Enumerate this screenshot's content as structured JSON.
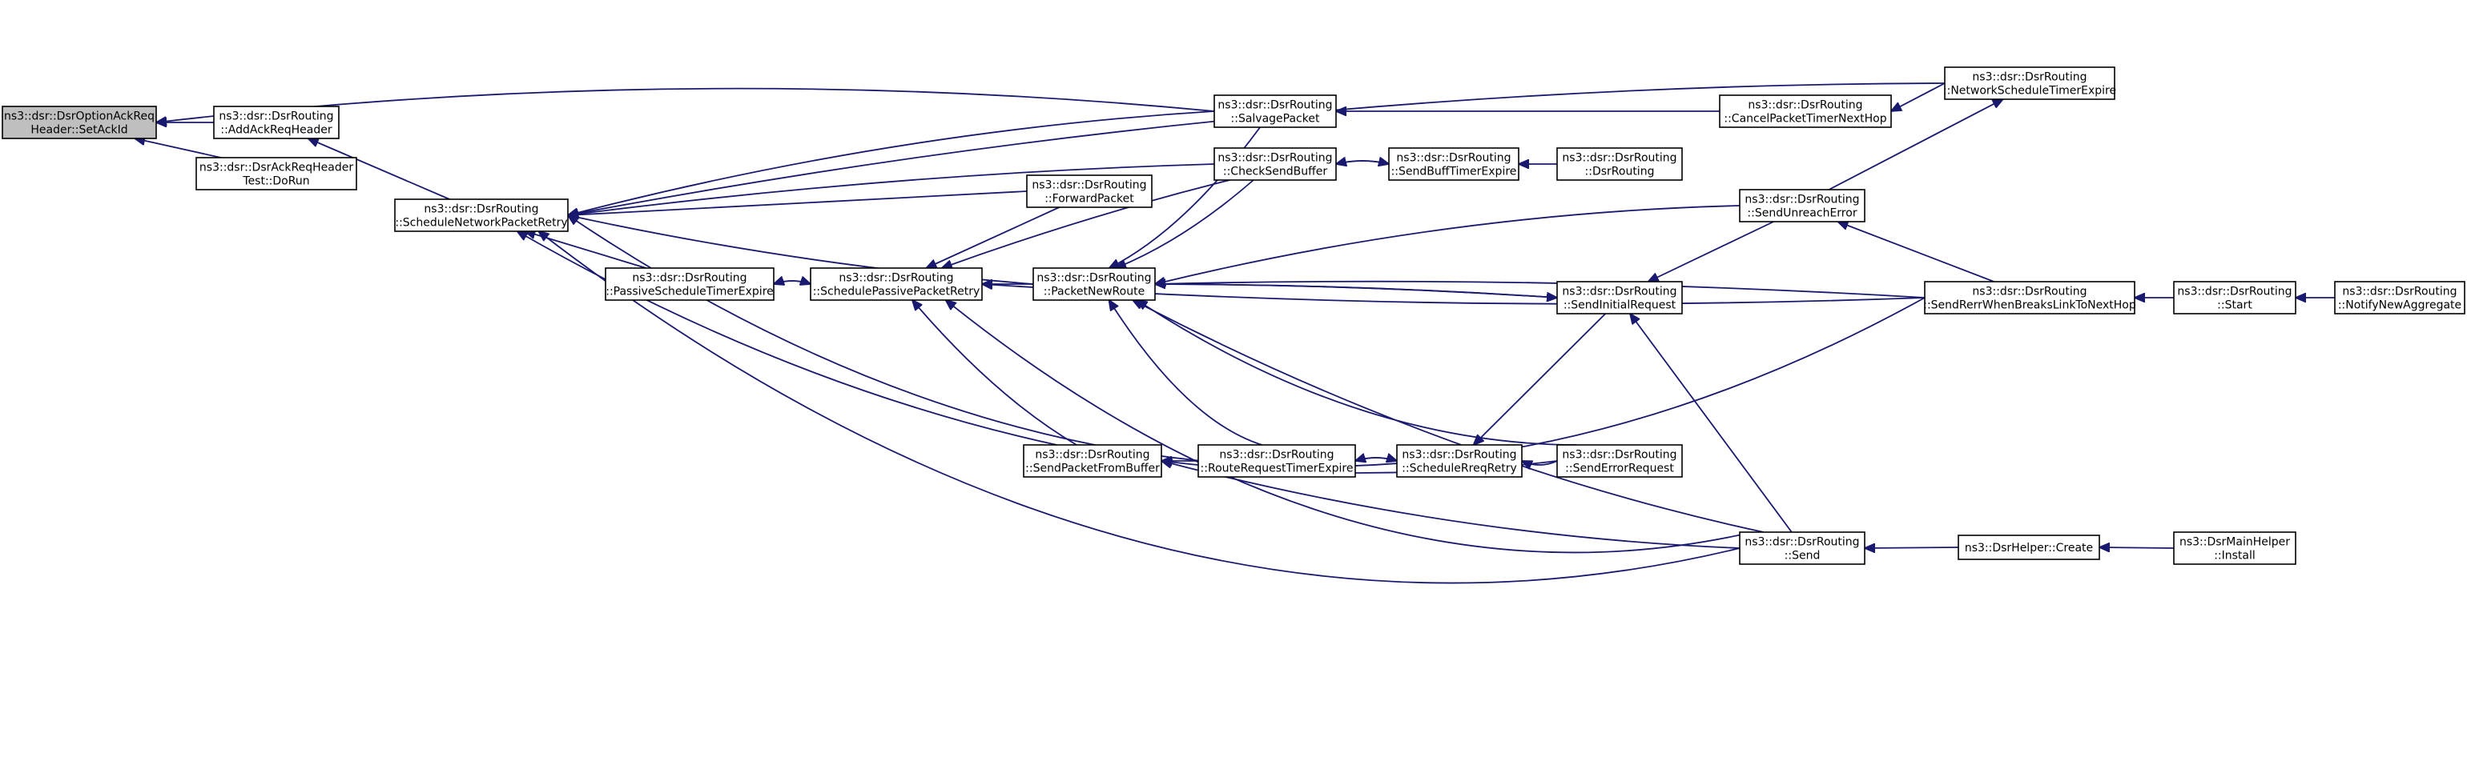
{
  "graph": {
    "edge_color": "#191970",
    "focus_fill": "#bfbfbf",
    "nodes": [
      {
        "id": "setackid",
        "focus": true,
        "lines": [
          "ns3::dsr::DsrOptionAckReq",
          "Header::SetAckId"
        ]
      },
      {
        "id": "addackreqheader",
        "lines": [
          "ns3::dsr::DsrRouting",
          "::AddAckReqHeader"
        ]
      },
      {
        "id": "dsrackreqheadertest",
        "lines": [
          "ns3::dsr::DsrAckReqHeader",
          "Test::DoRun"
        ]
      },
      {
        "id": "schedulenetworkpacketretry",
        "lines": [
          "ns3::dsr::DsrRouting",
          "::ScheduleNetworkPacketRetry"
        ]
      },
      {
        "id": "passivescheduletimerexpire",
        "lines": [
          "ns3::dsr::DsrRouting",
          "::PassiveScheduleTimerExpire"
        ]
      },
      {
        "id": "schedulepassivepacketretry",
        "lines": [
          "ns3::dsr::DsrRouting",
          "::SchedulePassivePacketRetry"
        ]
      },
      {
        "id": "forwardpacket",
        "lines": [
          "ns3::dsr::DsrRouting",
          "::ForwardPacket"
        ]
      },
      {
        "id": "packetnewroute",
        "lines": [
          "ns3::dsr::DsrRouting",
          "::PacketNewRoute"
        ]
      },
      {
        "id": "sendpacketfrombuffer",
        "lines": [
          "ns3::dsr::DsrRouting",
          "::SendPacketFromBuffer"
        ]
      },
      {
        "id": "salvagepacket",
        "lines": [
          "ns3::dsr::DsrRouting",
          "::SalvagePacket"
        ]
      },
      {
        "id": "checksendbuffer",
        "lines": [
          "ns3::dsr::DsrRouting",
          "::CheckSendBuffer"
        ]
      },
      {
        "id": "routerequesttimerexpire",
        "lines": [
          "ns3::dsr::DsrRouting",
          "::RouteRequestTimerExpire"
        ]
      },
      {
        "id": "sendbufftimerexpire",
        "lines": [
          "ns3::dsr::DsrRouting",
          "::SendBuffTimerExpire"
        ]
      },
      {
        "id": "schedulereqretry",
        "lines": [
          "ns3::dsr::DsrRouting",
          "::ScheduleRreqRetry"
        ]
      },
      {
        "id": "dsrrouting",
        "lines": [
          "ns3::dsr::DsrRouting",
          "::DsrRouting"
        ]
      },
      {
        "id": "senderrorrequest",
        "lines": [
          "ns3::dsr::DsrRouting",
          "::SendErrorRequest"
        ]
      },
      {
        "id": "sendinitialrequest",
        "lines": [
          "ns3::dsr::DsrRouting",
          "::SendInitialRequest"
        ]
      },
      {
        "id": "cancelpackettimernexthop",
        "lines": [
          "ns3::dsr::DsrRouting",
          "::CancelPacketTimerNextHop"
        ]
      },
      {
        "id": "sendunreacherror",
        "lines": [
          "ns3::dsr::DsrRouting",
          "::SendUnreachError"
        ]
      },
      {
        "id": "send",
        "lines": [
          "ns3::dsr::DsrRouting",
          "::Send"
        ]
      },
      {
        "id": "networkscheduletimerexpire",
        "lines": [
          "ns3::dsr::DsrRouting",
          "::NetworkScheduleTimerExpire"
        ]
      },
      {
        "id": "sendrerrwhenbreakslinktonexthop",
        "lines": [
          "ns3::dsr::DsrRouting",
          "::SendRerrWhenBreaksLinkToNextHop"
        ]
      },
      {
        "id": "dsrhelpercreate",
        "lines": [
          "ns3::DsrHelper::Create"
        ]
      },
      {
        "id": "start",
        "lines": [
          "ns3::dsr::DsrRouting",
          "::Start"
        ]
      },
      {
        "id": "notifynewaggregate",
        "lines": [
          "ns3::dsr::DsrRouting",
          "::NotifyNewAggregate"
        ]
      },
      {
        "id": "dsrmainhelperinstall",
        "lines": [
          "ns3::DsrMainHelper",
          "::Install"
        ]
      }
    ],
    "edges": [
      [
        "addackreqheader",
        "setackid"
      ],
      [
        "dsrackreqheadertest",
        "setackid"
      ],
      [
        "salvagepacket",
        "setackid"
      ],
      [
        "schedulenetworkpacketretry",
        "addackreqheader"
      ],
      [
        "networkscheduletimerexpire",
        "schedulenetworkpacketretry"
      ],
      [
        "salvagepacket",
        "schedulenetworkpacketretry"
      ],
      [
        "checksendbuffer",
        "schedulenetworkpacketretry"
      ],
      [
        "forwardpacket",
        "schedulenetworkpacketretry"
      ],
      [
        "packetnewroute",
        "schedulenetworkpacketretry"
      ],
      [
        "passivescheduletimerexpire",
        "schedulenetworkpacketretry"
      ],
      [
        "sendpacketfrombuffer",
        "schedulenetworkpacketretry"
      ],
      [
        "sendrerrwhenbreakslinktonexthop",
        "schedulenetworkpacketretry"
      ],
      [
        "send",
        "schedulenetworkpacketretry"
      ],
      [
        "schedulepassivepacketretry",
        "passivescheduletimerexpire"
      ],
      [
        "passivescheduletimerexpire",
        "schedulepassivepacketretry"
      ],
      [
        "forwardpacket",
        "schedulepassivepacketretry"
      ],
      [
        "packetnewroute",
        "schedulepassivepacketretry"
      ],
      [
        "checksendbuffer",
        "schedulepassivepacketretry"
      ],
      [
        "sendpacketfrombuffer",
        "schedulepassivepacketretry"
      ],
      [
        "sendrerrwhenbreakslinktonexthop",
        "schedulepassivepacketretry"
      ],
      [
        "send",
        "schedulepassivepacketretry"
      ],
      [
        "salvagepacket",
        "packetnewroute"
      ],
      [
        "checksendbuffer",
        "packetnewroute"
      ],
      [
        "sendunreacherror",
        "packetnewroute"
      ],
      [
        "sendinitialrequest",
        "packetnewroute"
      ],
      [
        "sendrerrwhenbreakslinktonexthop",
        "packetnewroute"
      ],
      [
        "routerequesttimerexpire",
        "packetnewroute"
      ],
      [
        "senderrorrequest",
        "packetnewroute"
      ],
      [
        "send",
        "packetnewroute"
      ],
      [
        "packetnewroute",
        "sendinitialrequest"
      ],
      [
        "routerequesttimerexpire",
        "sendpacketfrombuffer"
      ],
      [
        "senderrorrequest",
        "sendpacketfrombuffer"
      ],
      [
        "send",
        "sendpacketfrombuffer"
      ],
      [
        "schedulereqretry",
        "routerequesttimerexpire"
      ],
      [
        "routerequesttimerexpire",
        "schedulereqretry"
      ],
      [
        "senderrorrequest",
        "schedulereqretry"
      ],
      [
        "sendinitialrequest",
        "schedulereqretry"
      ],
      [
        "send",
        "sendinitialrequest"
      ],
      [
        "sendunreacherror",
        "sendinitialrequest"
      ],
      [
        "cancelpackettimernexthop",
        "salvagepacket"
      ],
      [
        "networkscheduletimerexpire",
        "cancelpackettimernexthop"
      ],
      [
        "sendbufftimerexpire",
        "checksendbuffer"
      ],
      [
        "checksendbuffer",
        "sendbufftimerexpire"
      ],
      [
        "dsrrouting",
        "sendbufftimerexpire"
      ],
      [
        "sendrerrwhenbreakslinktonexthop",
        "sendunreacherror"
      ],
      [
        "sendunreacherror",
        "networkscheduletimerexpire"
      ],
      [
        "start",
        "sendrerrwhenbreakslinktonexthop"
      ],
      [
        "notifynewaggregate",
        "start"
      ],
      [
        "dsrhelpercreate",
        "send"
      ],
      [
        "dsrmainhelperinstall",
        "dsrhelpercreate"
      ]
    ]
  }
}
